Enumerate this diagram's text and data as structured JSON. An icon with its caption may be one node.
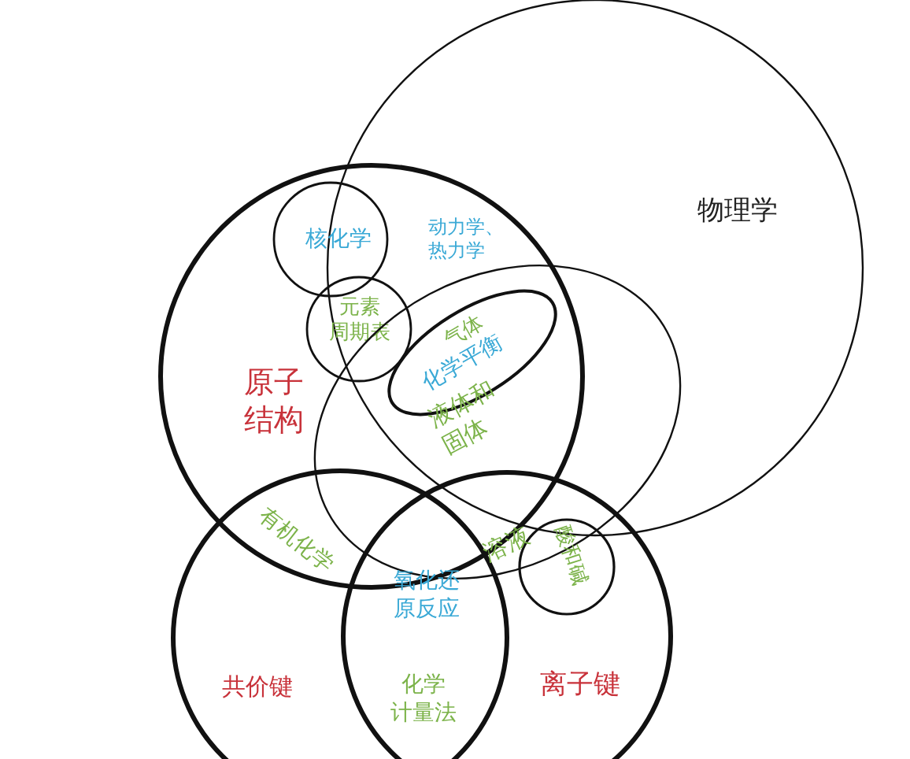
{
  "diagram": {
    "nodes": [
      {
        "text": [
          "物理学"
        ]
      },
      {
        "text": [
          "原子结构"
        ]
      },
      {
        "text": [
          "核化学"
        ],
        "in": 1
      },
      {
        "text": [
          "元素周期表"
        ],
        "in": 1
      },
      {
        "text": [
          "气体",
          "化学平衡"
        ]
      },
      {
        "text": [
          "液体和固体"
        ]
      },
      {
        "text": [
          "共价键"
        ]
      },
      {
        "text": [
          "离子键"
        ]
      },
      {
        "text": [
          "酸和碱"
        ],
        "in": 7
      }
    ],
    "labels": [
      "动力学、热力学",
      "有机化学",
      "溶液",
      "氧化还原反应",
      "化学计量法"
    ]
  }
}
